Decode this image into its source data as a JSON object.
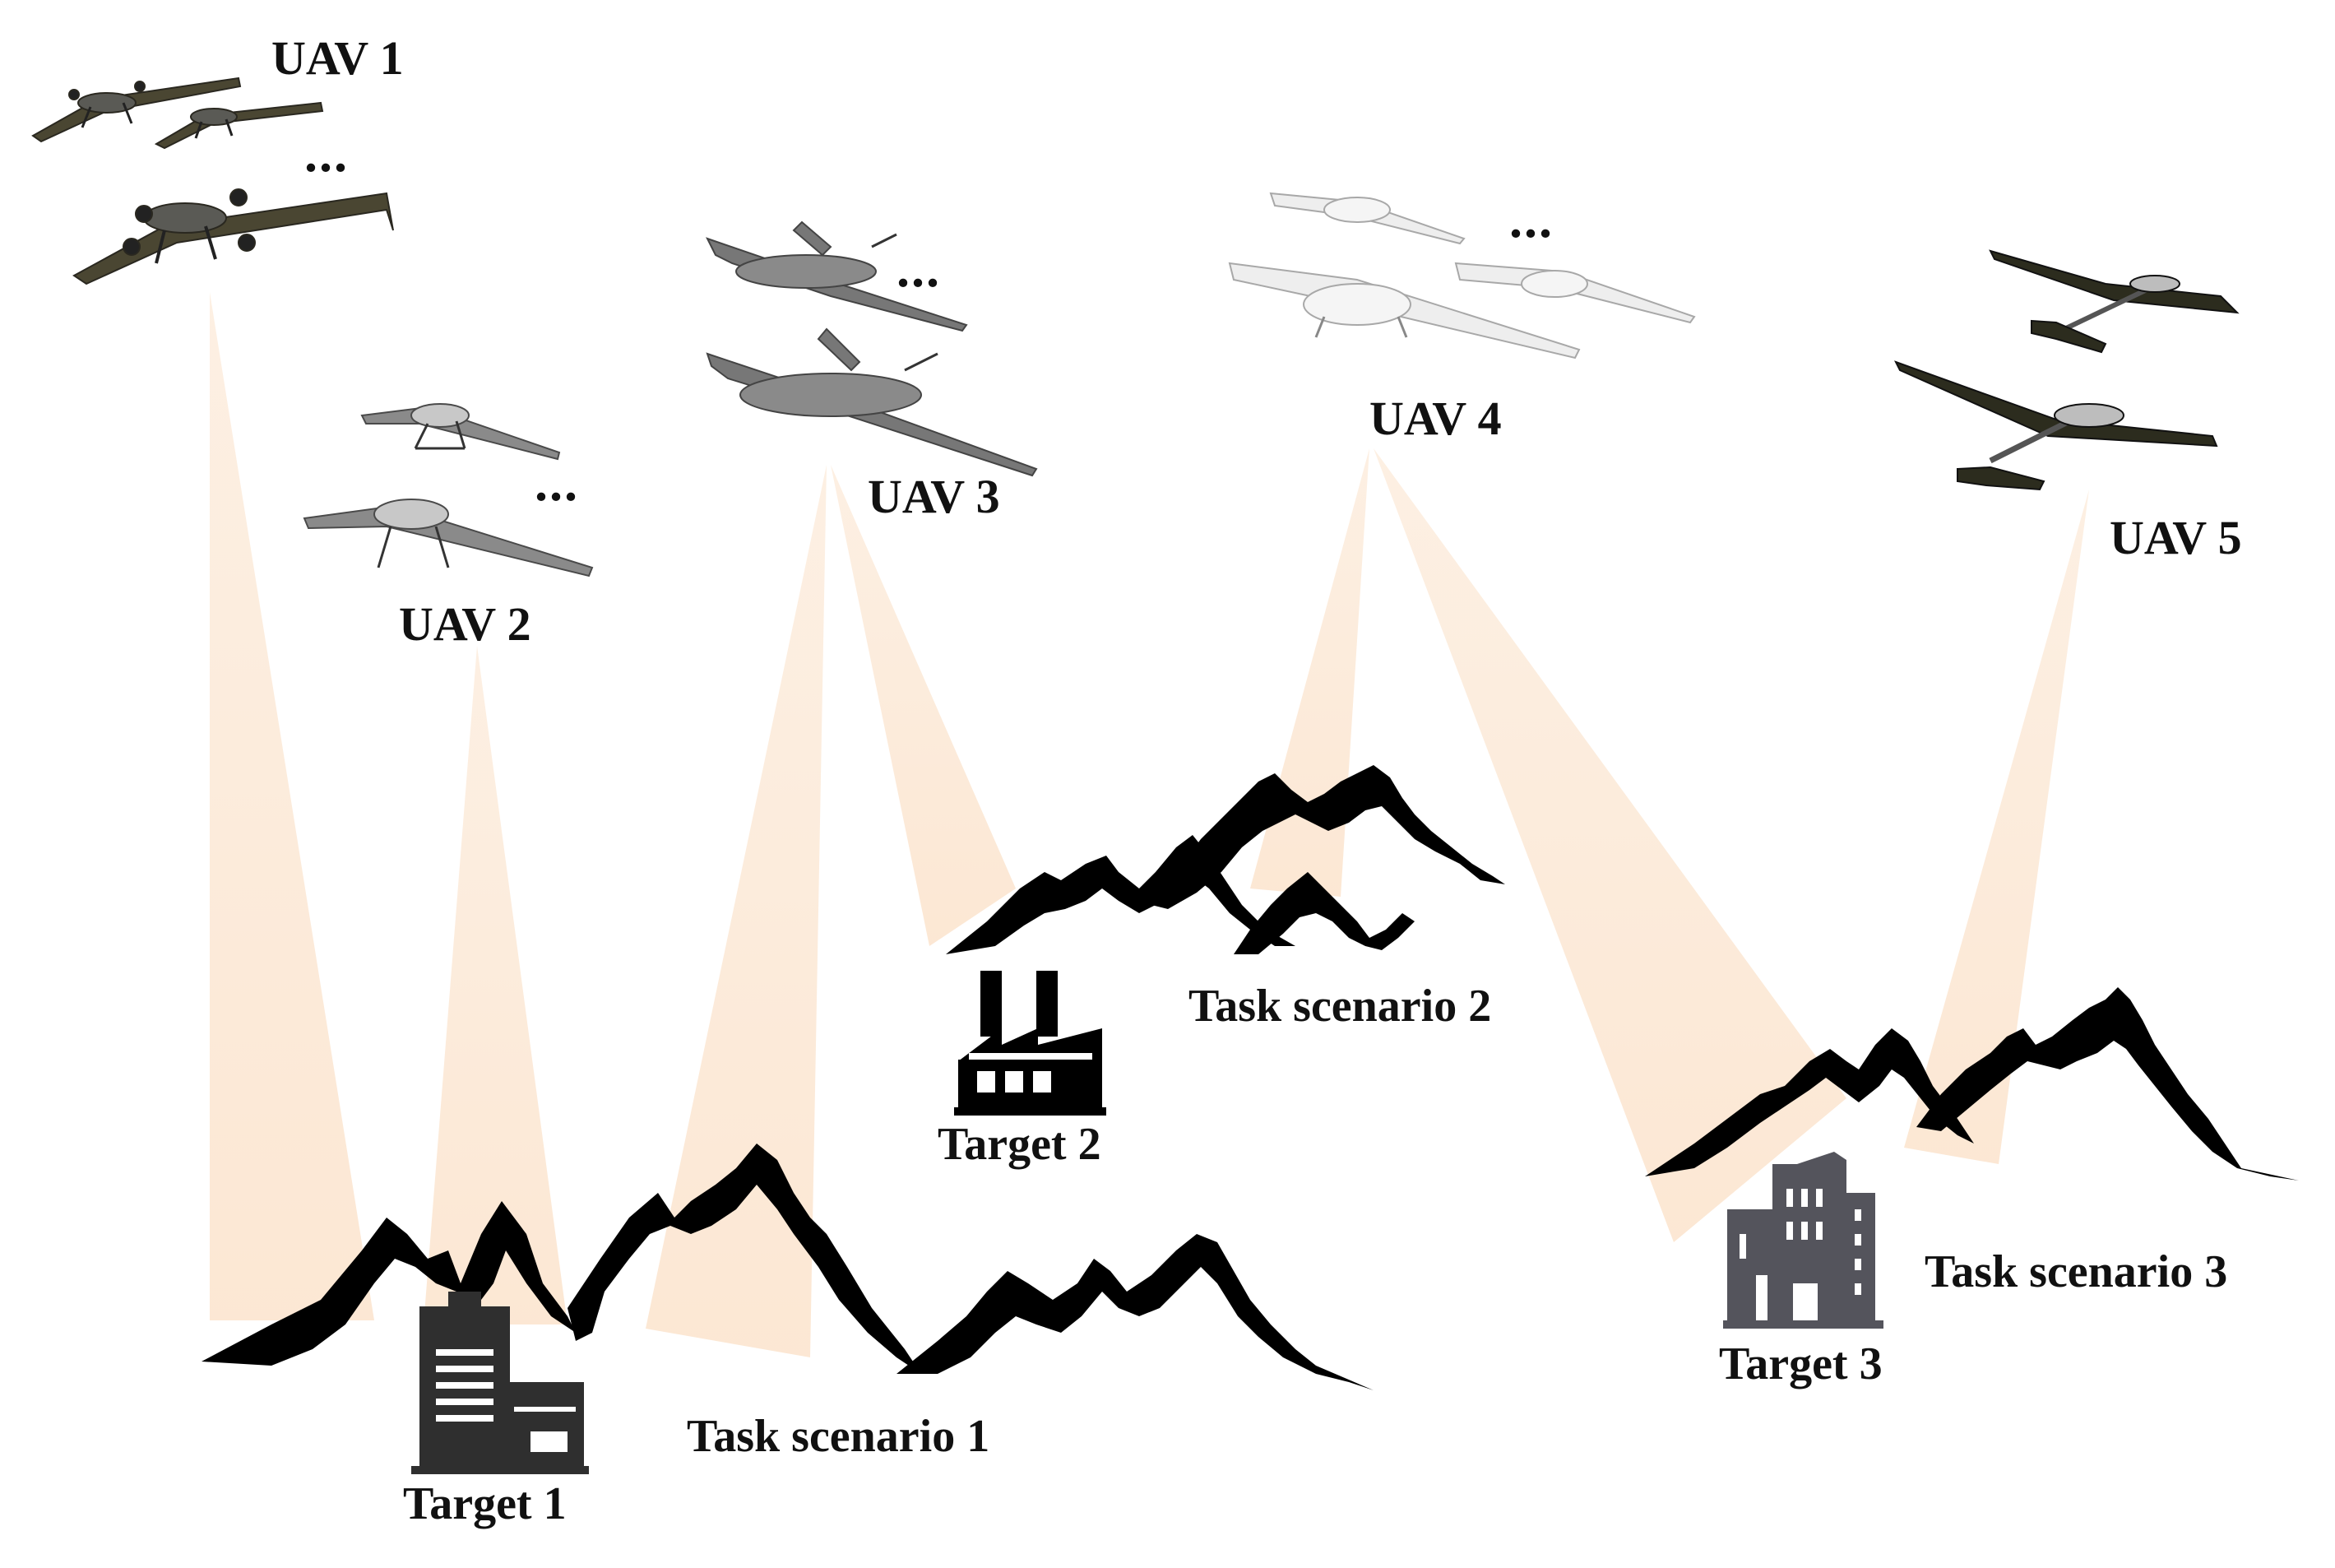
{
  "uavs": [
    {
      "label": "UAV 1",
      "color": "#4a4632"
    },
    {
      "label": "UAV 2",
      "color": "#6e6e6e"
    },
    {
      "label": "UAV 3",
      "color": "#777777"
    },
    {
      "label": "UAV 4",
      "color": "#e8e8e8"
    },
    {
      "label": "UAV 5",
      "color": "#2c2c1e"
    }
  ],
  "ellipsis": "...",
  "targets": [
    {
      "label": "Target 1",
      "icon": "office-building-icon"
    },
    {
      "label": "Target 2",
      "icon": "factory-icon"
    },
    {
      "label": "Target 3",
      "icon": "city-buildings-icon"
    }
  ],
  "scenarios": [
    {
      "label": "Task scenario 1"
    },
    {
      "label": "Task scenario 2"
    },
    {
      "label": "Task scenario 3"
    }
  ],
  "colors": {
    "beam": "#fbe3cc",
    "mountain": "#000000",
    "building_dark": "#2f2f2f",
    "building_gray": "#54545c"
  }
}
